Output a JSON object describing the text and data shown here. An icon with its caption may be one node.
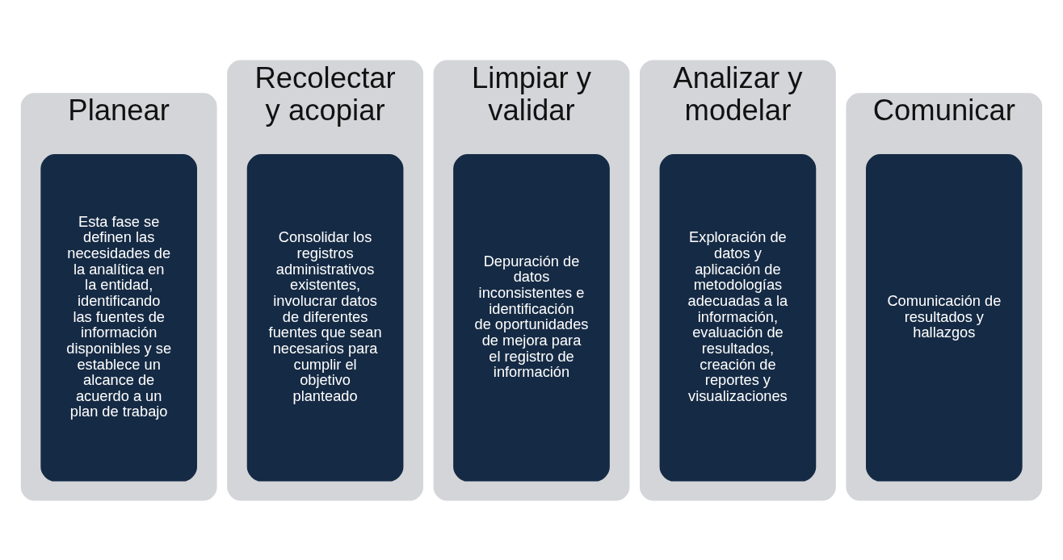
{
  "diagram": {
    "nodes": [
      {
        "text": [
          "Planear"
        ]
      },
      {
        "text": [
          "Esta fase se definen las necesidades de la analítica en la entidad, identificando las fuentes de información disponibles y se establece un alcance de acuerdo a un plan de trabajo"
        ],
        "in": 0
      },
      {
        "text": [
          "Recolectar y acopiar"
        ]
      },
      {
        "text": [
          "Consolidar los registros administrativos existentes, involucrar datos de diferentes fuentes que sean necesarios para cumplir el objetivo planteado"
        ],
        "in": 2
      },
      {
        "text": [
          "Limpiar y validar"
        ]
      },
      {
        "text": [
          "Depuración de datos inconsistentes e identificación de oportunidades de mejora para el registro de información"
        ],
        "in": 4
      },
      {
        "text": [
          "Analizar y modelar"
        ]
      },
      {
        "text": [
          "Exploración de datos y aplicación de metodologías adecuadas a la información, evaluación de resultados, creación de reportes y visualizaciones"
        ],
        "in": 6
      },
      {
        "text": [
          "Comunicar"
        ]
      },
      {
        "text": [
          "Comunicación de resultados y hallazgos"
        ],
        "in": 8
      }
    ]
  }
}
